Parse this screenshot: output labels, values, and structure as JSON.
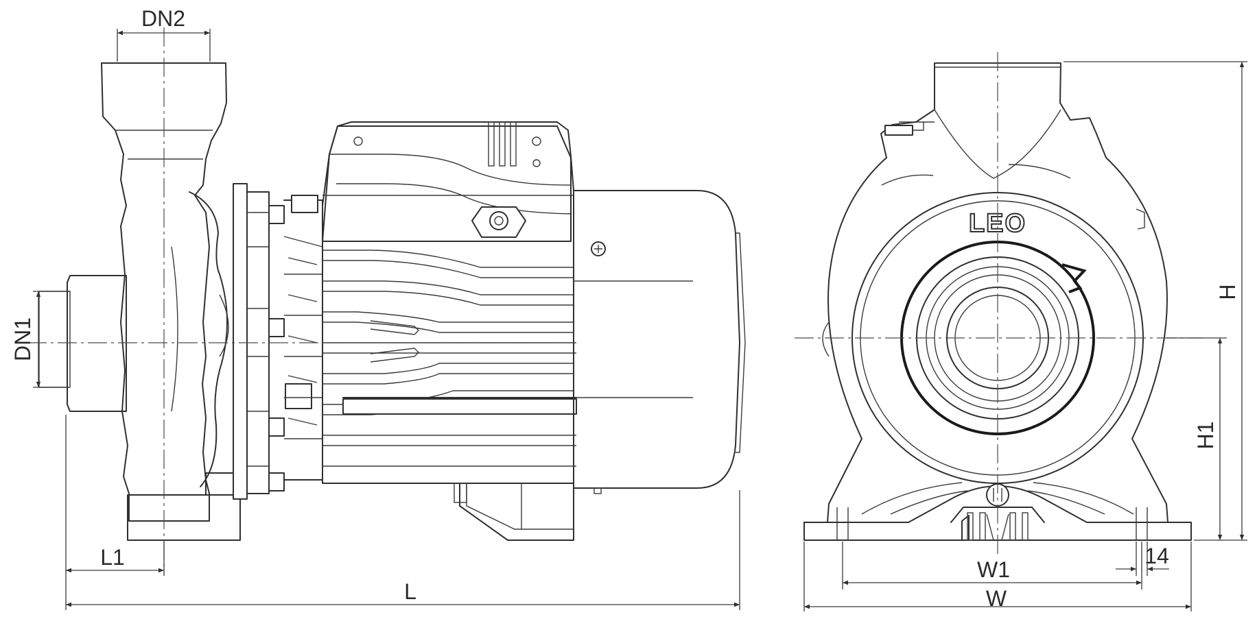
{
  "drawing": {
    "brand": "LEO",
    "dimensions": {
      "DN2": "DN2",
      "DN1": "DN1",
      "L1": "L1",
      "L": "L",
      "H": "H",
      "H1": "H1",
      "W1": "W1",
      "W": "W",
      "bolt": "14"
    }
  }
}
